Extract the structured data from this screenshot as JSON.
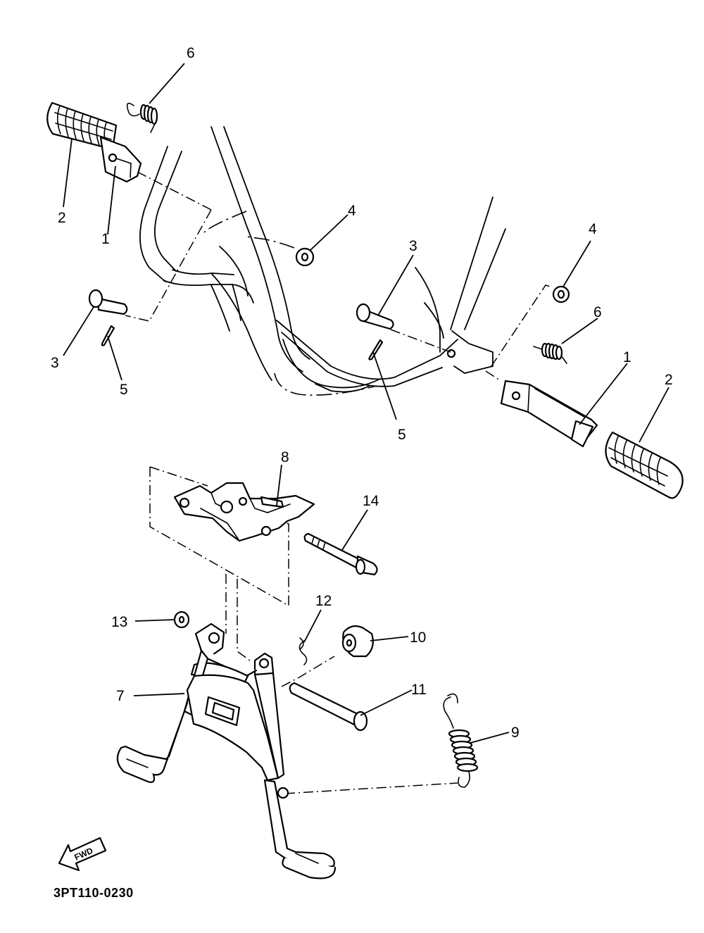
{
  "diagram_code": "3PT110-0230",
  "fwd_label": "FWD",
  "callouts": [
    {
      "id": "c6a",
      "text": "6"
    },
    {
      "id": "c2a",
      "text": "2"
    },
    {
      "id": "c1a",
      "text": "1"
    },
    {
      "id": "c4a",
      "text": "4"
    },
    {
      "id": "c3a",
      "text": "3"
    },
    {
      "id": "c3b",
      "text": "3"
    },
    {
      "id": "c5a",
      "text": "5"
    },
    {
      "id": "c4b",
      "text": "4"
    },
    {
      "id": "c6b",
      "text": "6"
    },
    {
      "id": "c5b",
      "text": "5"
    },
    {
      "id": "c1b",
      "text": "1"
    },
    {
      "id": "c2b",
      "text": "2"
    },
    {
      "id": "c8",
      "text": "8"
    },
    {
      "id": "c14",
      "text": "14"
    },
    {
      "id": "c12",
      "text": "12"
    },
    {
      "id": "c13",
      "text": "13"
    },
    {
      "id": "c10",
      "text": "10"
    },
    {
      "id": "c11",
      "text": "11"
    },
    {
      "id": "c7",
      "text": "7"
    },
    {
      "id": "c9",
      "text": "9"
    }
  ]
}
